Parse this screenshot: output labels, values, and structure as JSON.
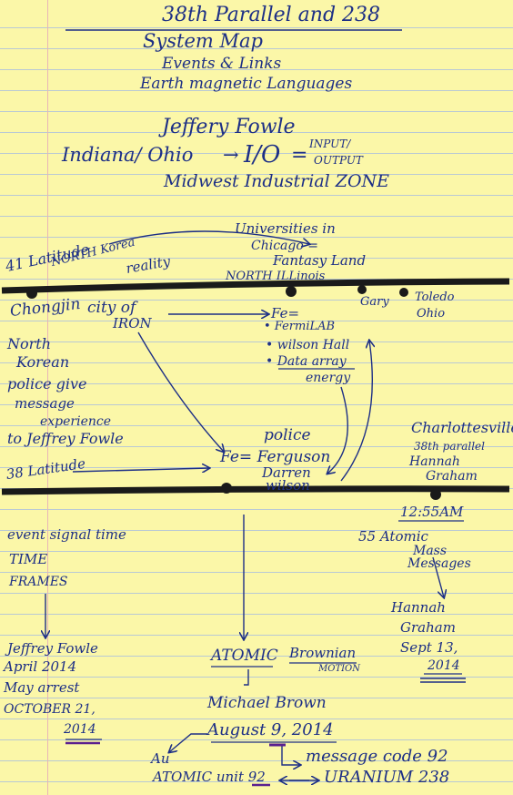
{
  "header": {
    "title": "38th Parallel and 238",
    "line1": "System Map",
    "line2": "Events & Links",
    "line3": "Earth magnetic Languages",
    "author": "Jeffery Fowle",
    "states": "Indiana/ Ohio",
    "io": "I/O",
    "io_eq": "=",
    "io_top": "INPUT/",
    "io_bottom": "OUTPUT",
    "zone": "Midwest Industrial ZONE"
  },
  "top_section": {
    "lat41": "41 Latitude",
    "nk_reality_1": "NORTH Korea",
    "nk_reality_2": "reality",
    "universities_1": "Universities in",
    "universities_2": "Chicago =",
    "universities_3": "Fantasy Land",
    "north_illinois": "NORTH ILLinois",
    "gary": "Gary",
    "toledo_1": "Toledo",
    "toledo_2": "Ohio",
    "chongjin": "Chongjin",
    "city_iron_1": "city of",
    "city_iron_2": "IRON",
    "fe": "Fe=",
    "fermilab": "• FermiLAB",
    "wilson_hall": "• wilson Hall",
    "data_array_1": "• Data array",
    "data_array_2": "energy",
    "north_korean_1": "North",
    "north_korean_2": "Korean",
    "police_give_1": "police give",
    "police_give_2": "message",
    "police_give_3": "experience",
    "police_give_4": "to Jeffrey Fowle",
    "police": "police",
    "ferguson": "Fe= Ferguson",
    "darren": "Darren",
    "wilson": "wilson",
    "charlottesville_1": "Charlottesville",
    "charlottesville_2": "38th parallel",
    "charlottesville_3": "Hannah",
    "charlottesville_4": "Graham",
    "lat38": "38 Latitude"
  },
  "bottom_section": {
    "event_1": "event signal time",
    "event_2": "TIME",
    "event_3": "FRAMES",
    "time_1255": "12:55AM",
    "atomic_mass_1": "55 Atomic",
    "atomic_mass_2": "Mass",
    "atomic_mass_3": "Messages",
    "hannah_1": "Hannah",
    "hannah_2": "Graham",
    "hannah_3": "Sept 13,",
    "hannah_4": "2014",
    "fowle_1": "Jeffrey Fowle",
    "fowle_2": "April 2014",
    "fowle_3": "May arrest",
    "fowle_4": "OCTOBER 21,",
    "fowle_5": "2014",
    "atomic": "ATOMIC",
    "brownian": "Brownian",
    "motion": "MOTION",
    "michael": "Michael Brown",
    "august": "August 9, 2014",
    "au": "Au",
    "message_code": "message code 92",
    "atomic_unit": "ATOMIC unit 92",
    "uranium": "URANIUM 238"
  },
  "colors": {
    "ink": "#1d2f86",
    "paper": "#fbf7a8",
    "rule": "#b9c9d4",
    "bar": "#1a1a1a"
  }
}
